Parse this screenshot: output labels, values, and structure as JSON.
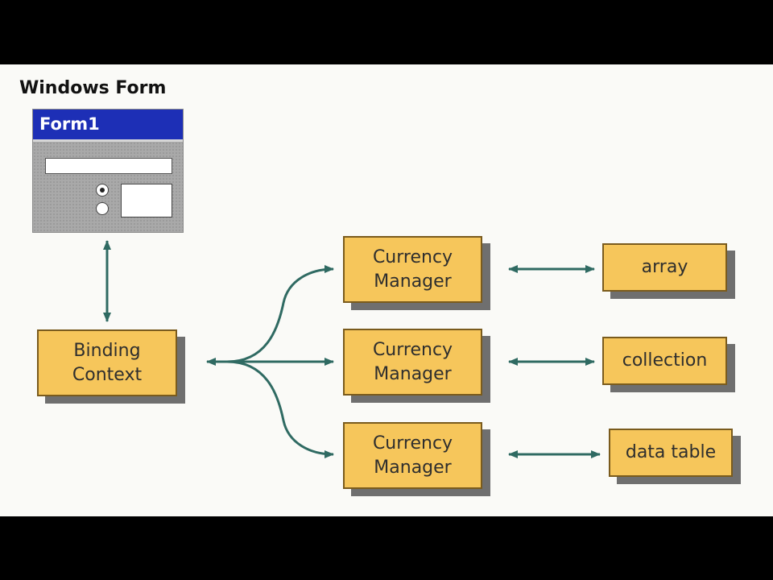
{
  "diagram": {
    "title": "Windows Form",
    "form": {
      "title": "Form1",
      "radio_checked": true
    },
    "binding_context": {
      "label": "Binding\nContext"
    },
    "managers": [
      {
        "label": "Currency\nManager"
      },
      {
        "label": "Currency\nManager"
      },
      {
        "label": "Currency\nManager"
      }
    ],
    "sources": [
      {
        "label": "array"
      },
      {
        "label": "collection"
      },
      {
        "label": "data table"
      }
    ],
    "colors": {
      "box_fill": "#f6c65b",
      "box_border": "#7a5b1d",
      "shadow": "#6f6f6f",
      "arrow": "#2f6a62",
      "titlebar": "#1d2fb6",
      "background": "#fafaf7",
      "frame": "#000000"
    }
  }
}
